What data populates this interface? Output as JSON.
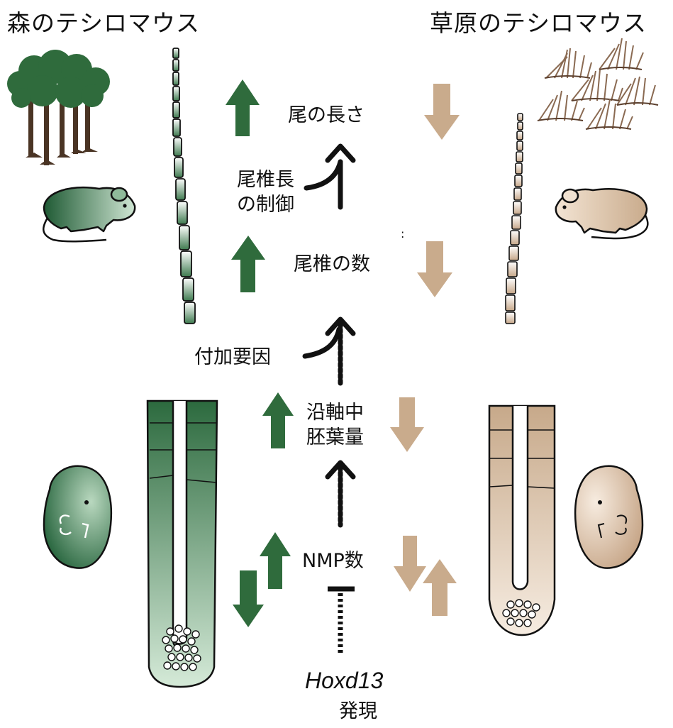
{
  "titles": {
    "left": "森のテシロマウス",
    "right": "草原のテシロマウス"
  },
  "labels": {
    "tail_length": "尾の長さ",
    "vertebra_length_control_1": "尾椎長",
    "vertebra_length_control_2": "の制御",
    "vertebra_count": "尾椎の数",
    "additional_factors": "付加要因",
    "paraxial_mesoderm_1": "沿軸中",
    "paraxial_mesoderm_2": "胚葉量",
    "nmp_count": "NMP数",
    "hoxd13": "Hoxd13",
    "expression": "発現",
    "stray_mark": ":"
  },
  "colors": {
    "forest_green": "#2f6b3c",
    "grassland_tan": "#c9ab8c",
    "ink": "#111111"
  },
  "trend": {
    "forest": [
      "up",
      "up",
      "up",
      "up",
      "down"
    ],
    "grassland": [
      "down",
      "down",
      "down",
      "down",
      "up"
    ]
  }
}
